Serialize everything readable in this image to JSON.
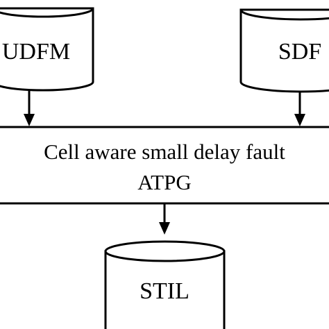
{
  "nodes": {
    "udfm": {
      "label": "UDFM"
    },
    "sdf": {
      "label": "SDF"
    },
    "atpg": {
      "line1": "Cell aware small delay fault",
      "line2": "ATPG"
    },
    "stil": {
      "label": "STIL"
    }
  },
  "edges": [
    {
      "from": "UDFM",
      "to": "ATPG"
    },
    {
      "from": "SDF",
      "to": "ATPG"
    },
    {
      "from": "ATPG",
      "to": "STIL"
    }
  ]
}
